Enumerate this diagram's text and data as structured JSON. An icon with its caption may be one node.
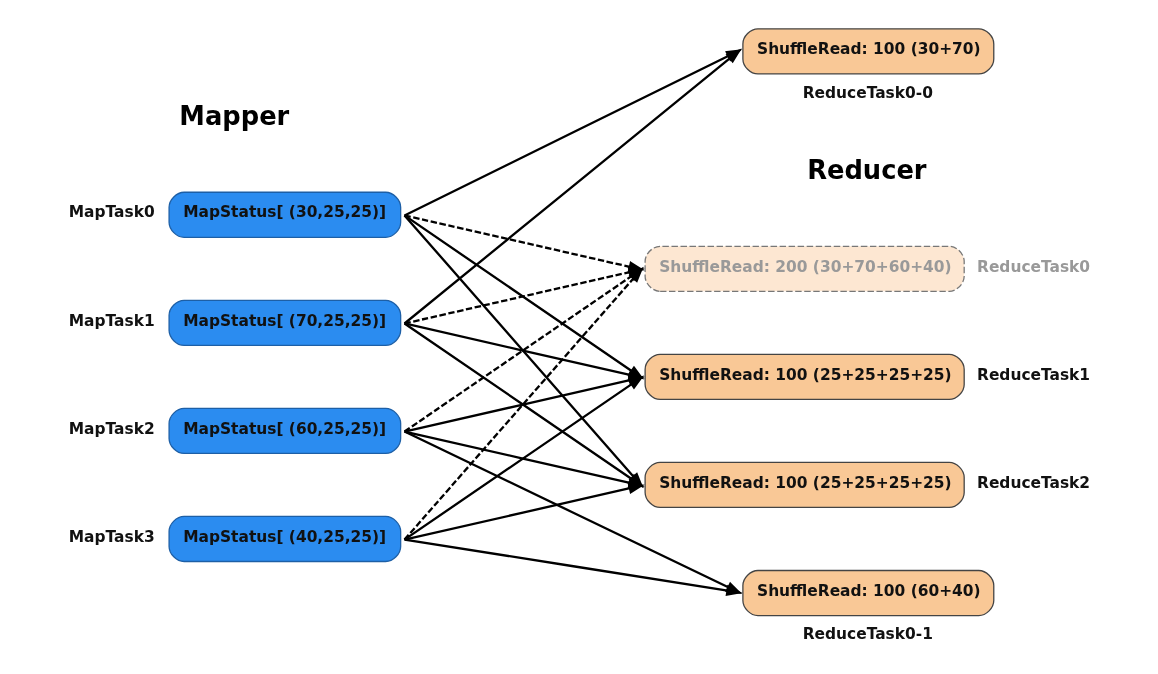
{
  "diagram": {
    "nodes": [
      {
        "text": [
          "MapStatus[ (30,25,25)]"
        ],
        "beside": [
          "MapTask0"
        ]
      },
      {
        "text": [
          "MapStatus[ (70,25,25)]"
        ],
        "beside": [
          "MapTask1"
        ]
      },
      {
        "text": [
          "MapStatus[ (60,25,25)]"
        ],
        "beside": [
          "MapTask2"
        ]
      },
      {
        "text": [
          "MapStatus[ (40,25,25)]"
        ],
        "beside": [
          "MapTask3"
        ]
      },
      {
        "text": [
          "ShuffleRead: 100 (30+70)"
        ],
        "beside": [
          "ReduceTask0-0"
        ]
      },
      {
        "text": [
          "ShuffleRead: 200 (30+70+60+40)"
        ],
        "beside": [
          "ReduceTask0"
        ]
      },
      {
        "text": [
          "ShuffleRead: 100 (60+40)"
        ],
        "beside": [
          "ReduceTask0-1"
        ]
      },
      {
        "text": [
          "ShuffleRead: 100 (25+25+25+25)"
        ],
        "beside": [
          "ReduceTask1"
        ]
      },
      {
        "text": [
          "ShuffleRead: 100 (25+25+25+25)"
        ],
        "beside": [
          "ReduceTask2"
        ]
      }
    ],
    "edges": [
      {
        "from": 0,
        "to": 4,
        "arrow": "to"
      },
      {
        "from": 0,
        "to": 5,
        "arrow": "to",
        "style": "dashed"
      },
      {
        "from": 0,
        "to": 7,
        "arrow": "to"
      },
      {
        "from": 0,
        "to": 8,
        "arrow": "to"
      },
      {
        "from": 1,
        "to": 4,
        "arrow": "to"
      },
      {
        "from": 1,
        "to": 5,
        "arrow": "to",
        "style": "dashed"
      },
      {
        "from": 1,
        "to": 7,
        "arrow": "to"
      },
      {
        "from": 1,
        "to": 8,
        "arrow": "to"
      },
      {
        "from": 2,
        "to": 5,
        "arrow": "to",
        "style": "dashed"
      },
      {
        "from": 2,
        "to": 6,
        "arrow": "to"
      },
      {
        "from": 2,
        "to": 7,
        "arrow": "to"
      },
      {
        "from": 2,
        "to": 8,
        "arrow": "to"
      },
      {
        "from": 3,
        "to": 5,
        "arrow": "to",
        "style": "dashed"
      },
      {
        "from": 3,
        "to": 6,
        "arrow": "to"
      },
      {
        "from": 3,
        "to": 7,
        "arrow": "to"
      },
      {
        "from": 3,
        "to": 8,
        "arrow": "to"
      }
    ],
    "labels": [
      "Mapper",
      "Reducer"
    ]
  }
}
